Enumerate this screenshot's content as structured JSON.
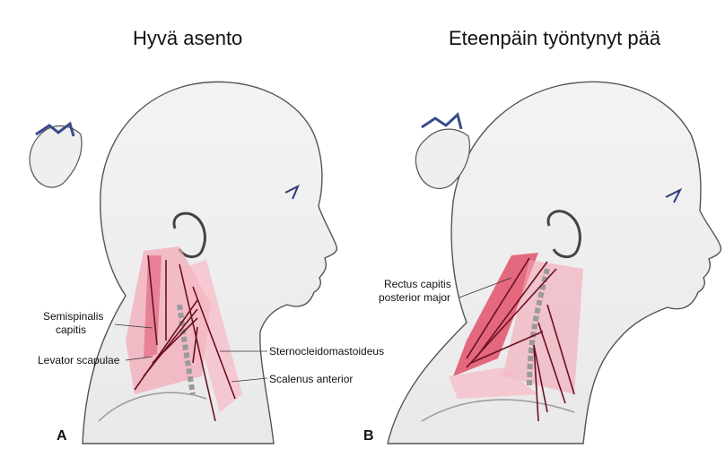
{
  "titles": {
    "good_posture": "Hyvä asento",
    "forward_head": "Eteenpäin työntynyt pää"
  },
  "panels": {
    "a": "A",
    "b": "B"
  },
  "labels": {
    "semispinalis_line1": "Semispinalis",
    "semispinalis_line2": "capitis",
    "levator_scapulae": "Levator scapulae",
    "sternocleidomastoideus": "Sternocleidomastoideus",
    "scalenus_anterior": "Scalenus anterior",
    "rectus_line1": "Rectus capitis",
    "rectus_line2": "posterior major"
  },
  "colors": {
    "muscle_light": "#f4a6b6",
    "muscle_dark": "#e0304e",
    "outline": "#555555",
    "vector": "#6b1020"
  }
}
